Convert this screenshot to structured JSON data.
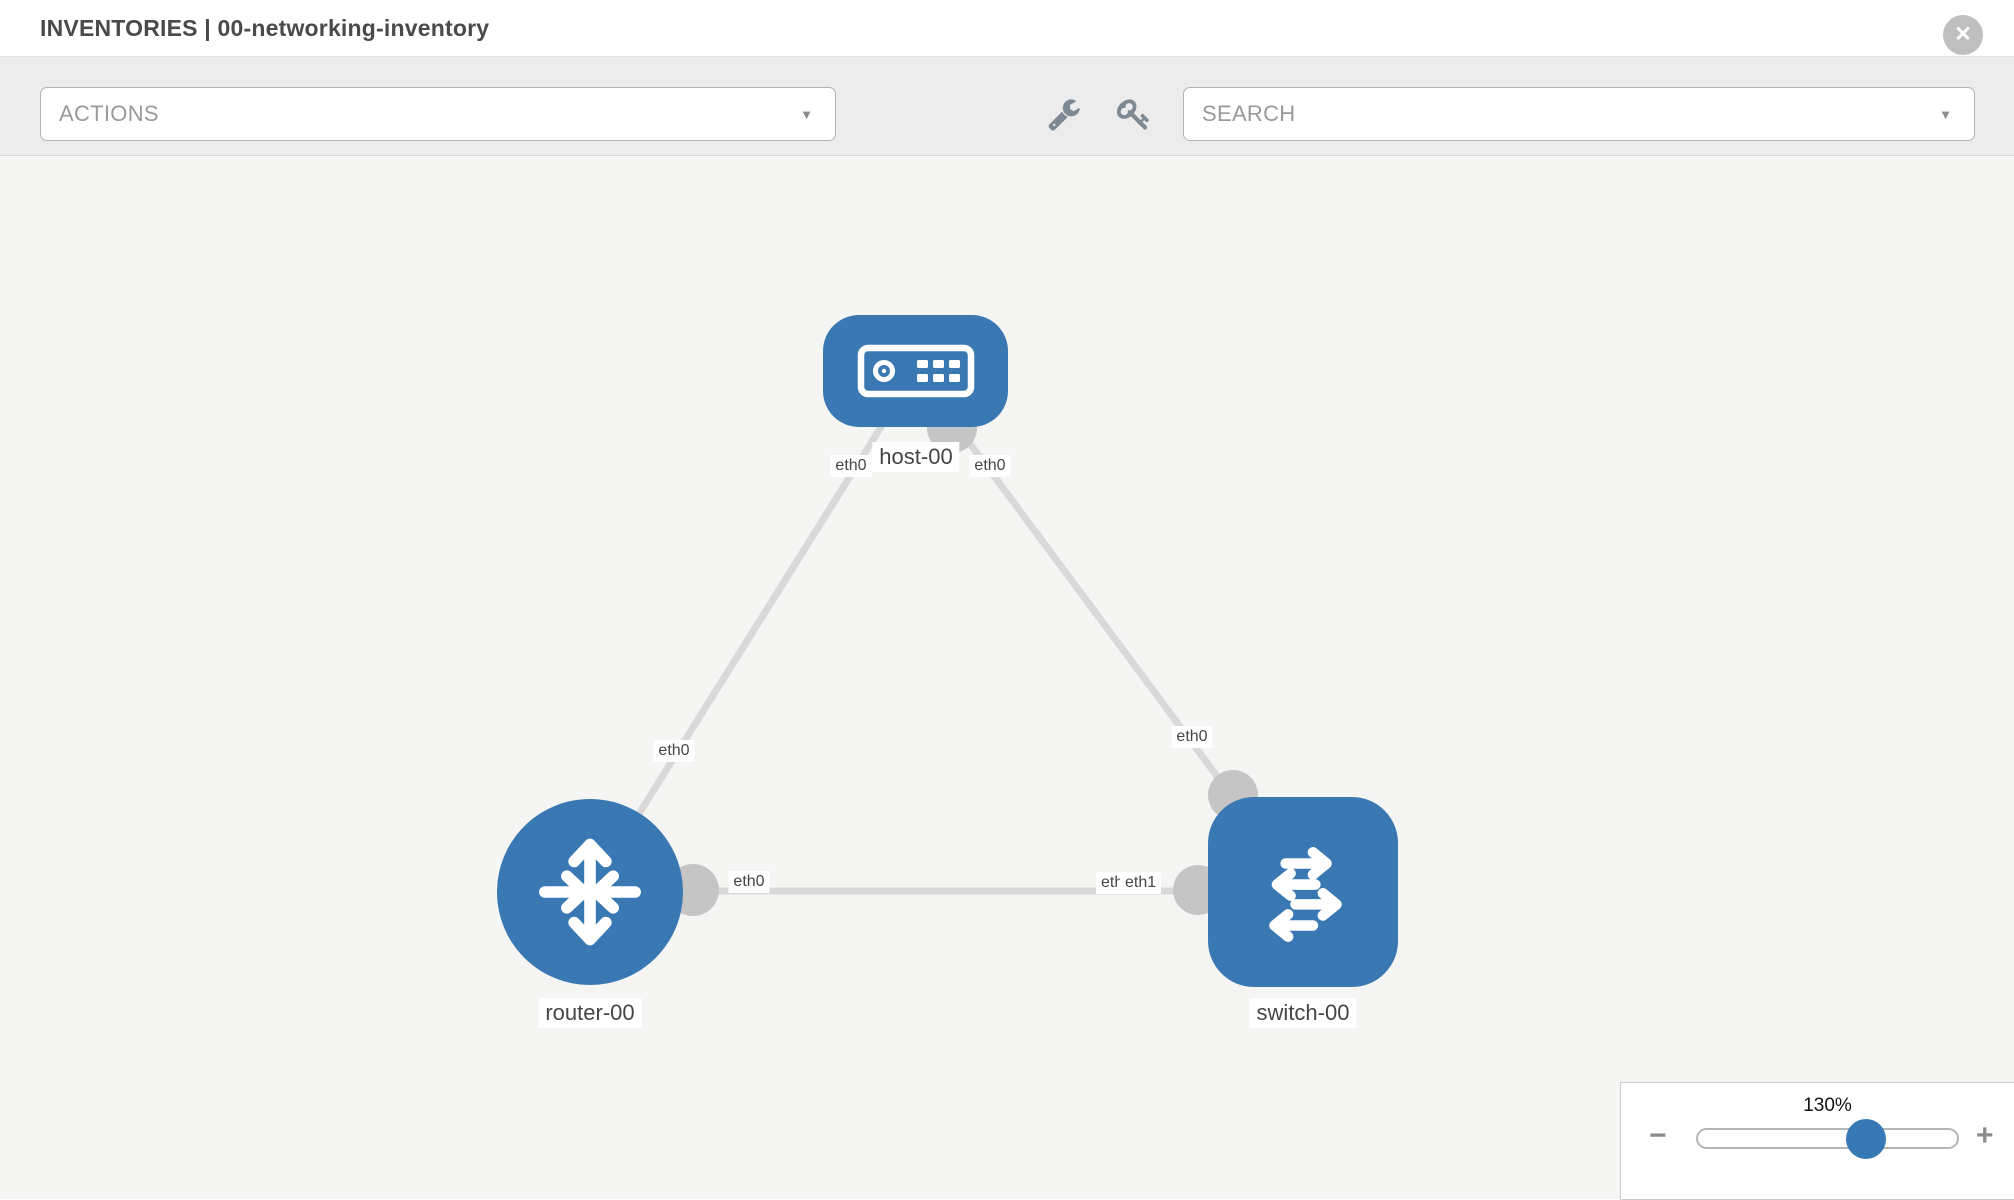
{
  "header": {
    "title": "INVENTORIES | 00-networking-inventory",
    "close_glyph": "✕"
  },
  "toolbar": {
    "actions_label": "ACTIONS",
    "search_label": "SEARCH",
    "caret_glyph": "▼"
  },
  "topology": {
    "nodes": {
      "host": {
        "label": "host-00",
        "type": "host"
      },
      "router": {
        "label": "router-00",
        "type": "router"
      },
      "switch": {
        "label": "switch-00",
        "type": "switch"
      }
    },
    "links": [
      {
        "from": "host-00",
        "to": "router-00",
        "from_interface": "eth0",
        "to_interface": "eth0"
      },
      {
        "from": "host-00",
        "to": "switch-00",
        "from_interface": "eth0",
        "to_interface": "eth0"
      },
      {
        "from": "router-00",
        "to": "switch-00",
        "from_interface": "eth0",
        "to_interface": "eth1"
      }
    ],
    "ifaces": {
      "host_left": "eth0",
      "host_right": "eth0",
      "link_hr_router": "eth0",
      "link_hs_switch": "eth0",
      "link_rs_router": "eth0",
      "link_rs_switch_under": "eth0",
      "link_rs_switch_over": "eth1"
    }
  },
  "zoom": {
    "percent": "130%",
    "minus_glyph": "−",
    "plus_glyph": "+"
  },
  "colors": {
    "node_blue": "#3a78b3",
    "link_gray": "#d9d9d9",
    "interface_gray": "#c5c5c5",
    "canvas_bg": "#f5f5f4",
    "toolbar_bg": "#ececec"
  }
}
